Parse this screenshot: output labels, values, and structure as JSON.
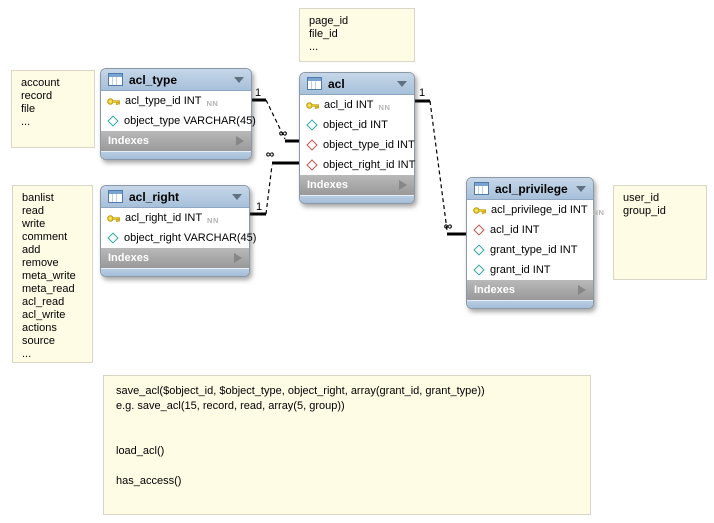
{
  "diagram": {
    "kind": "EER database diagram",
    "colors": {
      "table_header_blue": "#a7c0da",
      "indexes_bar_gray": "#9c9c9c",
      "note_yellow": "#fffce5",
      "primary_key_yellow": "#f5d42c",
      "column_diamond_teal": "#2fa7ab",
      "foreign_key_diamond_red": "#c0524e",
      "connector_black": "#000000"
    },
    "icons": {
      "table-icon": "blue window grid",
      "chevron-down-icon": "▼",
      "expand-right-icon": "►",
      "primary-key-icon": "yellow key",
      "column-icon": "teal diamond",
      "foreign-key-icon": "red diamond"
    }
  },
  "tables": [
    {
      "title": "acl_type",
      "footer": "Indexes",
      "columns": [
        {
          "icon": "primary-key",
          "text": "acl_type_id INT",
          "flag": "NN"
        },
        {
          "icon": "column",
          "text": "object_type VARCHAR(45)"
        }
      ]
    },
    {
      "title": "acl",
      "footer": "Indexes",
      "columns": [
        {
          "icon": "primary-key",
          "text": "acl_id INT",
          "flag": "NN"
        },
        {
          "icon": "column",
          "text": "object_id INT"
        },
        {
          "icon": "foreign-key",
          "text": "object_type_id INT"
        },
        {
          "icon": "foreign-key",
          "text": "object_right_id INT"
        }
      ]
    },
    {
      "title": "acl_right",
      "footer": "Indexes",
      "columns": [
        {
          "icon": "primary-key",
          "text": "acl_right_id INT",
          "flag": "NN"
        },
        {
          "icon": "column",
          "text": "object_right VARCHAR(45)"
        }
      ]
    },
    {
      "title": "acl_privilege",
      "footer": "Indexes",
      "columns": [
        {
          "icon": "primary-key",
          "text": "acl_privilege_id INT",
          "flag": "NN"
        },
        {
          "icon": "foreign-key",
          "text": "acl_id INT"
        },
        {
          "icon": "column",
          "text": "grant_type_id INT"
        },
        {
          "icon": "column",
          "text": "grant_id INT"
        }
      ]
    }
  ],
  "relationships": [
    {
      "from": "acl_type",
      "to": "acl",
      "from_cardinality": "1",
      "to_cardinality": "∞"
    },
    {
      "from": "acl_right",
      "to": "acl",
      "from_cardinality": "1",
      "to_cardinality": "∞"
    },
    {
      "from": "acl",
      "to": "acl_privilege",
      "from_cardinality": "1",
      "to_cardinality": "∞"
    }
  ],
  "notes": {
    "page_objects": {
      "lines": [
        "page_id",
        "file_id",
        "..."
      ]
    },
    "object_types": {
      "lines": [
        "account",
        "record",
        "file",
        "..."
      ]
    },
    "object_rights": {
      "lines": [
        "banlist",
        "read",
        "write",
        "comment",
        "add",
        "remove",
        "meta_write",
        "meta_read",
        "acl_read",
        "acl_write",
        "actions",
        "source",
        "..."
      ]
    },
    "grant_types": {
      "lines": [
        "user_id",
        "group_id"
      ]
    },
    "api": {
      "lines": [
        "save_acl($object_id, $object_type, object_right, array(grant_id, grant_type))",
        "e.g. save_acl(15, record, read, array(5, group))",
        "",
        "",
        "load_acl()",
        "",
        "has_access()"
      ]
    }
  }
}
